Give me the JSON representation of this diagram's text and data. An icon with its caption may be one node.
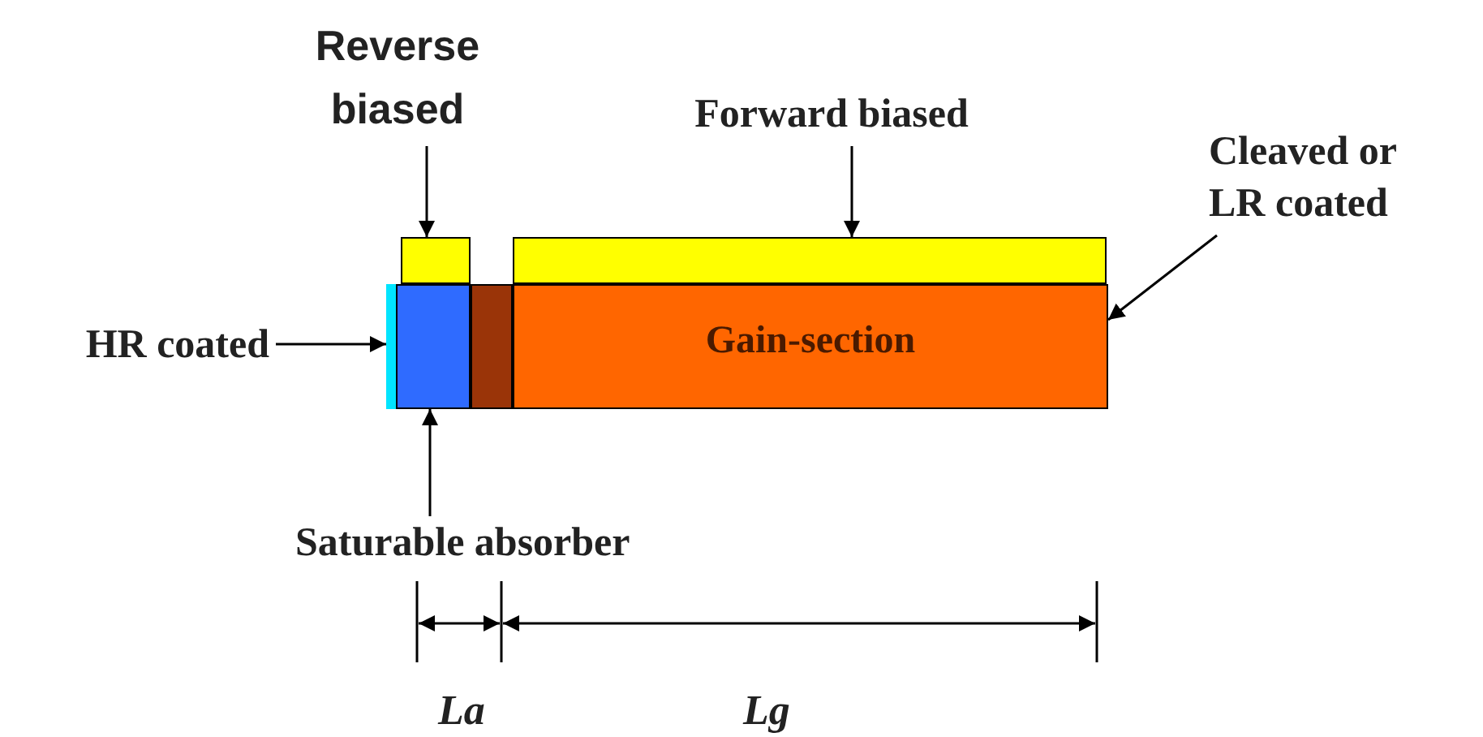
{
  "diagram": {
    "nodes": [
      {
        "text": [
          "Reverse biased"
        ]
      },
      {
        "text": [],
        "shape": "box"
      },
      {
        "text": [
          "Forward biased"
        ]
      },
      {
        "text": [],
        "shape": "box"
      },
      {
        "text": [
          "Cleaved or LR coated"
        ]
      },
      {
        "text": [
          "HR coated"
        ]
      },
      {
        "text": [],
        "shape": "box"
      },
      {
        "text": [],
        "shape": "box"
      },
      {
        "text": [],
        "shape": "box"
      },
      {
        "text": [
          "Gain-section"
        ]
      },
      {
        "text": [
          "Saturable absorber"
        ]
      }
    ],
    "edges": [
      {
        "from": 0,
        "to": 1,
        "arrow": "to"
      },
      {
        "from": 2,
        "to": 3,
        "arrow": "to"
      },
      {
        "from": 4,
        "to": 9,
        "arrow": "to"
      },
      {
        "from": 5,
        "to": 6,
        "arrow": "to"
      },
      {
        "from": 10,
        "to": 7,
        "arrow": "to"
      }
    ],
    "labels": [
      "La",
      "Lg"
    ]
  }
}
